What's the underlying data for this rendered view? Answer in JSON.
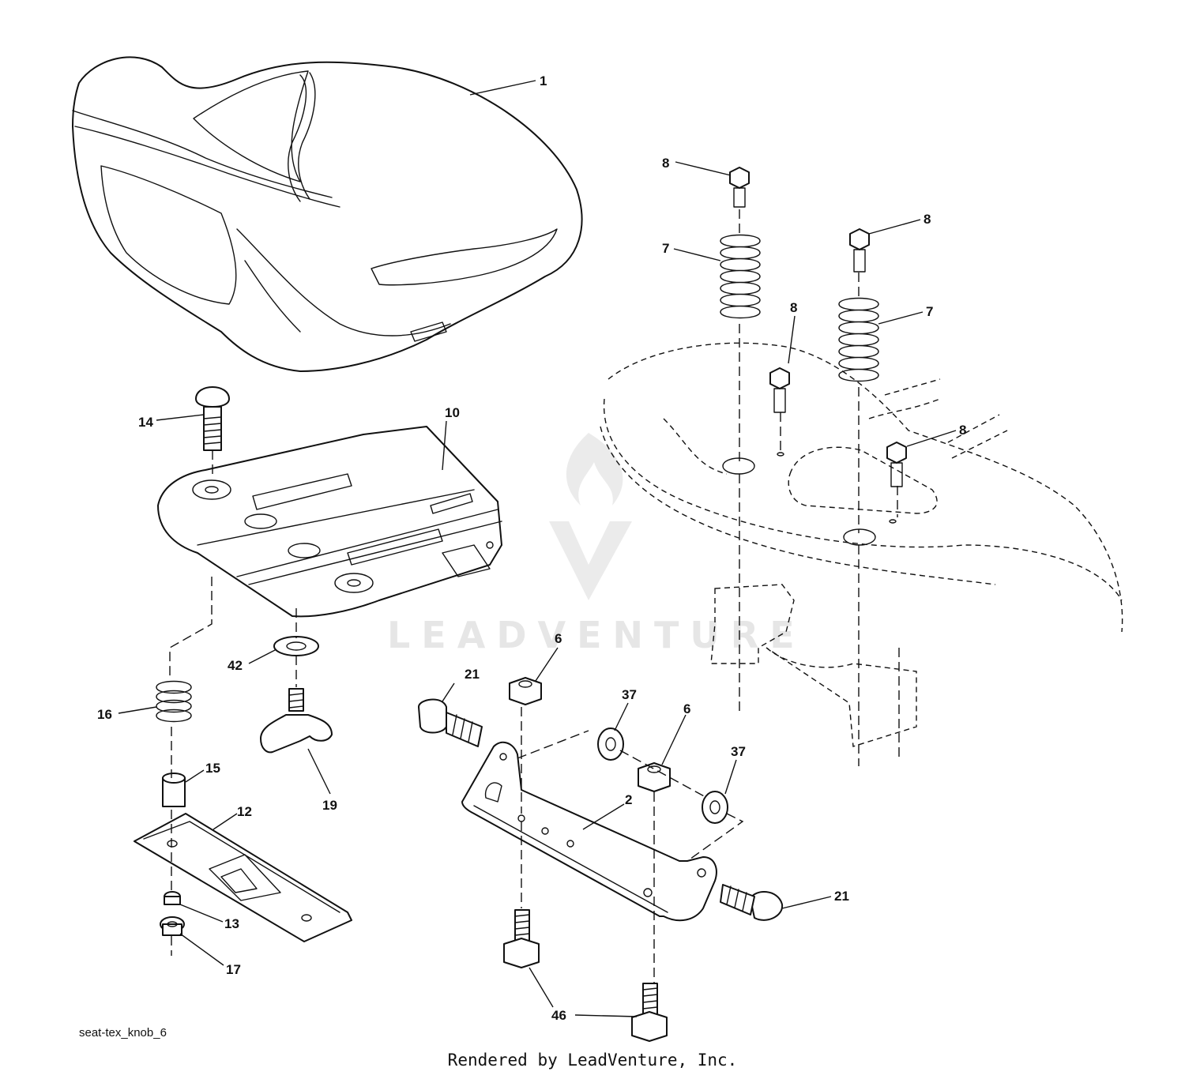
{
  "diagram": {
    "id_label": "seat-tex_knob_6",
    "footer": "Rendered by LeadVenture, Inc.",
    "watermark": "LEADVENTURE",
    "callouts": [
      {
        "key": "c1",
        "label": "1"
      },
      {
        "key": "c8a",
        "label": "8"
      },
      {
        "key": "c7a",
        "label": "7"
      },
      {
        "key": "c8b",
        "label": "8"
      },
      {
        "key": "c8c",
        "label": "8"
      },
      {
        "key": "c7b",
        "label": "7"
      },
      {
        "key": "c8d",
        "label": "8"
      },
      {
        "key": "c14",
        "label": "14"
      },
      {
        "key": "c10",
        "label": "10"
      },
      {
        "key": "c42",
        "label": "42"
      },
      {
        "key": "c16",
        "label": "16"
      },
      {
        "key": "c15",
        "label": "15"
      },
      {
        "key": "c19",
        "label": "19"
      },
      {
        "key": "c12",
        "label": "12"
      },
      {
        "key": "c13",
        "label": "13"
      },
      {
        "key": "c17",
        "label": "17"
      },
      {
        "key": "c21a",
        "label": "21"
      },
      {
        "key": "c6a",
        "label": "6"
      },
      {
        "key": "c37a",
        "label": "37"
      },
      {
        "key": "c6b",
        "label": "6"
      },
      {
        "key": "c37b",
        "label": "37"
      },
      {
        "key": "c2",
        "label": "2"
      },
      {
        "key": "c21b",
        "label": "21"
      },
      {
        "key": "c46",
        "label": "46"
      }
    ]
  }
}
